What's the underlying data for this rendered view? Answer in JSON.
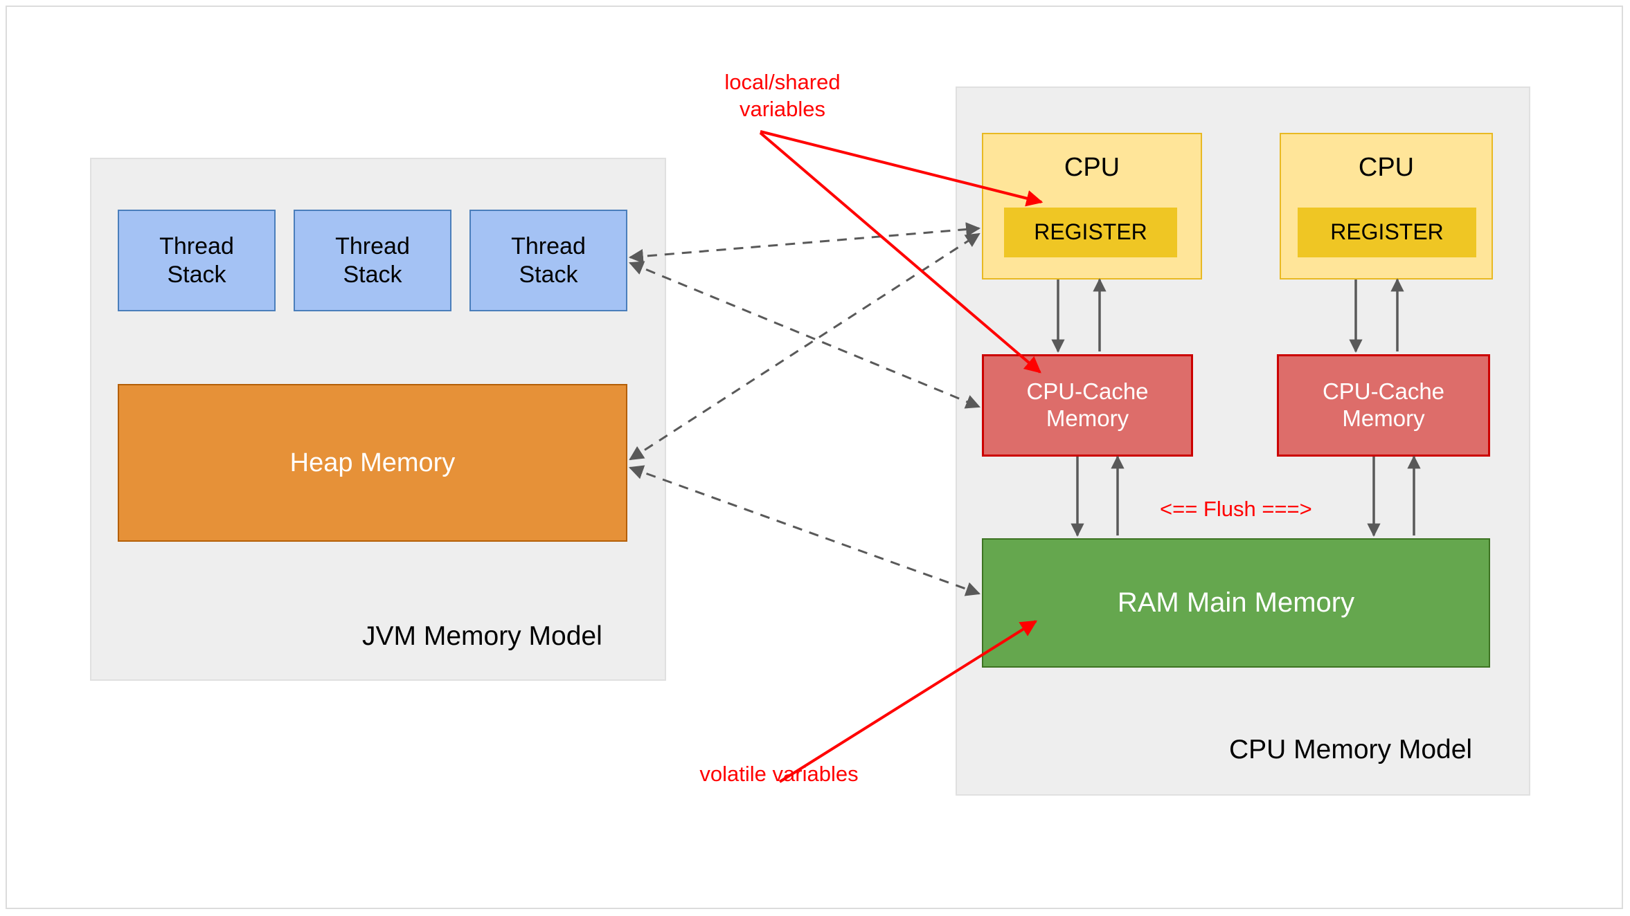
{
  "diagram": {
    "title_alt": "Java Memory Model vs CPU Memory Model",
    "colors": {
      "thread_stack": "#a4c2f4",
      "thread_stack_border": "#4a7ebb",
      "heap": "#e69138",
      "heap_border": "#b45f06",
      "cpu": "#ffe599",
      "cpu_border": "#e8b923",
      "register": "#efc624",
      "cache": "#dd6d6a",
      "cache_border": "#cc0000",
      "ram": "#65a74e",
      "ram_border": "#3d7322",
      "panel_bg": "#eeeeee",
      "annotation_red": "#ff0000",
      "connector_gray": "#666666"
    }
  },
  "jvm_panel": {
    "label": "JVM Memory Model",
    "thread_stacks": [
      {
        "label": "Thread\nStack"
      },
      {
        "label": "Thread\nStack"
      },
      {
        "label": "Thread\nStack"
      }
    ],
    "heap": {
      "label": "Heap Memory"
    }
  },
  "cpu_panel": {
    "label": "CPU Memory Model",
    "cpus": [
      {
        "label": "CPU",
        "register": {
          "label": "REGISTER"
        },
        "cache": {
          "label": "CPU-Cache\nMemory"
        }
      },
      {
        "label": "CPU",
        "register": {
          "label": "REGISTER"
        },
        "cache": {
          "label": "CPU-Cache\nMemory"
        }
      }
    ],
    "ram": {
      "label": "RAM Main Memory"
    },
    "flush_label": "<== Flush ===>"
  },
  "annotations": {
    "local_shared": "local/shared\nvariables",
    "volatile": "volatile variables"
  }
}
